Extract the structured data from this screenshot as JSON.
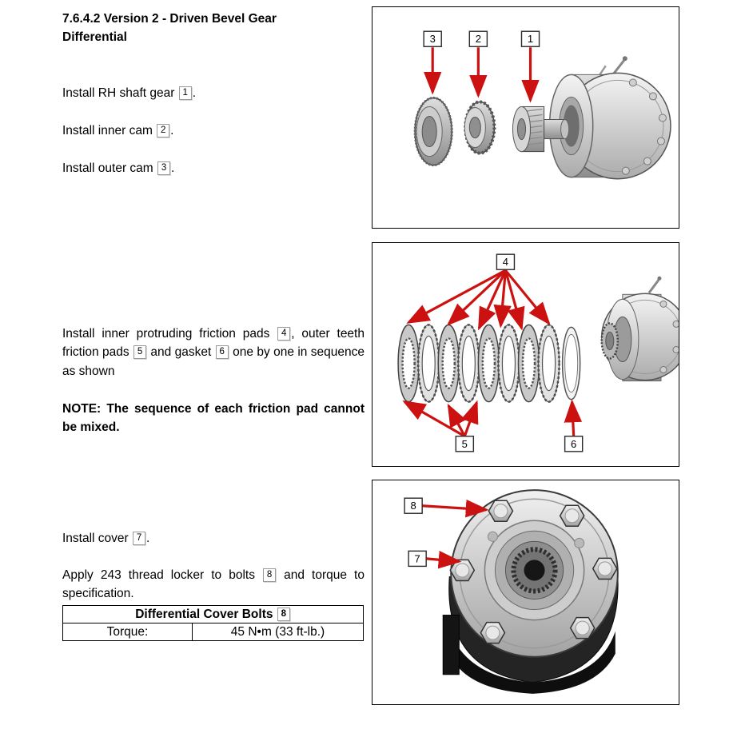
{
  "heading": "7.6.4.2 Version 2 - Driven Bevel Gear Differential",
  "steps": [
    {
      "pre": "Install RH shaft gear ",
      "ref": "1",
      "post": "."
    },
    {
      "pre": "Install inner cam ",
      "ref": "2",
      "post": "."
    },
    {
      "pre": "Install outer cam ",
      "ref": "3",
      "post": "."
    }
  ],
  "friction_step": {
    "part1": "Install inner protruding friction pads ",
    "ref1": "4",
    "part2": ", outer teeth friction pads ",
    "ref2": "5",
    "part3": " and gasket ",
    "ref3": "6",
    "part4": " one by one in sequence as shown"
  },
  "note": "NOTE: The sequence of each friction pad cannot be mixed.",
  "cover_step": {
    "pre": "Install cover ",
    "ref": "7",
    "post": "."
  },
  "bolts_step": {
    "part1": "Apply 243 thread locker to bolts ",
    "ref": "8",
    "part2": " and torque to specification."
  },
  "torque_table": {
    "header": "Differential Cover Bolts ",
    "header_ref": "8",
    "row_label": "Torque:",
    "row_value": "45 N•m (33 ft-lb.)"
  },
  "figures": {
    "fig1": {
      "caption": "exploded view of cams, shaft gear and housing",
      "callouts": [
        "3",
        "2",
        "1"
      ]
    },
    "fig2": {
      "caption": "friction pad and gasket installation sequence",
      "callouts": [
        "4",
        "5",
        "6"
      ]
    },
    "fig3": {
      "caption": "cover installation and cover bolts",
      "callouts": [
        "8",
        "7"
      ]
    }
  },
  "colors": {
    "arrow": "#cc1111",
    "page_background": "#ffffff",
    "figure_border": "#000000"
  }
}
